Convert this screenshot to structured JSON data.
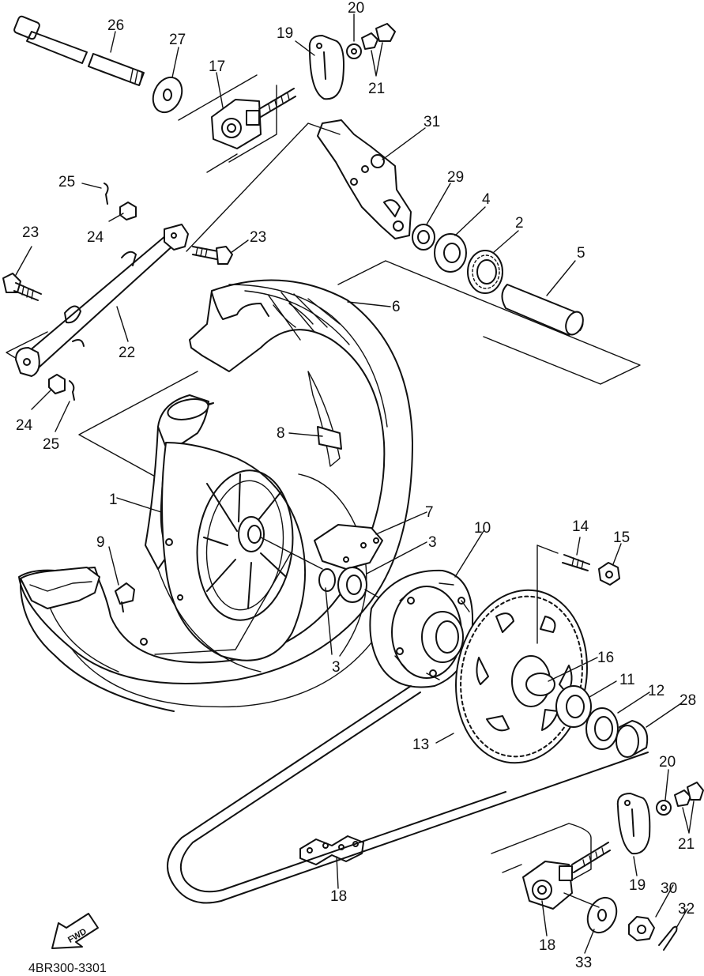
{
  "diagram": {
    "code": "4BR300-3301",
    "fwd_label": "FWD",
    "callouts": [
      "1",
      "2",
      "3",
      "3",
      "4",
      "5",
      "6",
      "7",
      "8",
      "9",
      "10",
      "11",
      "12",
      "13",
      "14",
      "15",
      "16",
      "17",
      "18",
      "18",
      "19",
      "19",
      "20",
      "20",
      "21",
      "21",
      "22",
      "23",
      "23",
      "24",
      "24",
      "25",
      "25",
      "26",
      "27",
      "28",
      "29",
      "30",
      "31",
      "32",
      "33"
    ]
  }
}
